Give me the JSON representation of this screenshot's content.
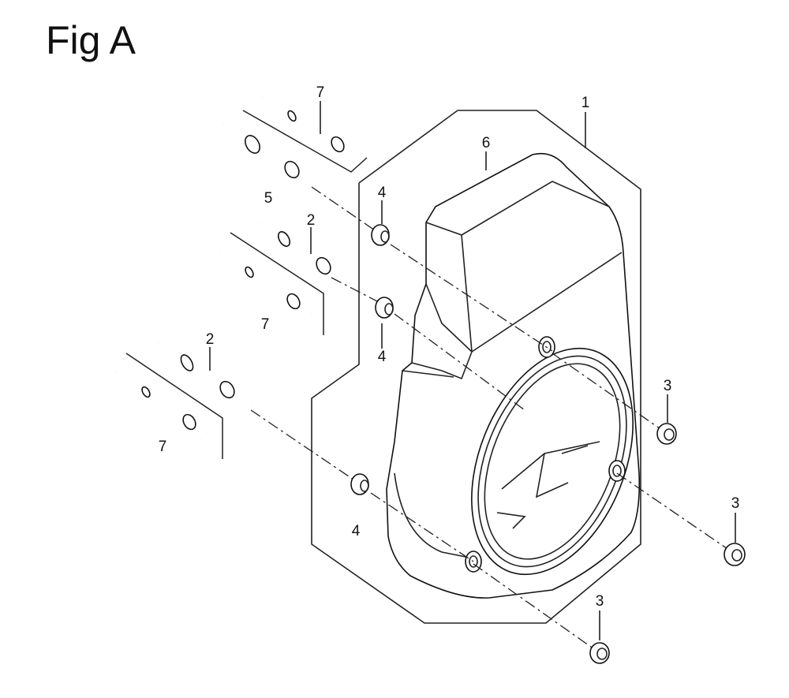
{
  "figure": {
    "title": "Fig A"
  },
  "callouts": {
    "c1": "1",
    "c2a": "2",
    "c2b": "2",
    "c3a": "3",
    "c3b": "3",
    "c3c": "3",
    "c4a": "4",
    "c4b": "4",
    "c4c": "4",
    "c5": "5",
    "c6": "6",
    "c7a": "7",
    "c7b": "7",
    "c7c": "7"
  }
}
